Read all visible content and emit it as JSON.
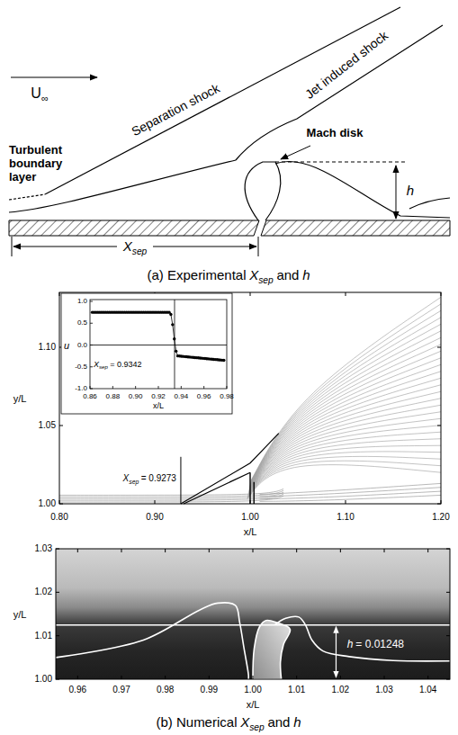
{
  "diagram": {
    "labels": [
      "U",
      "∞",
      "Separation shock",
      "Jet induced shock",
      "Turbulent boundary layer",
      "Mach disk",
      "h",
      "X",
      "sep",
      "(a) Experimental",
      "X",
      "sep",
      "and",
      "h",
      "1.0",
      "0.5",
      "0.0",
      "-0.5",
      "-1.0",
      "u",
      "0.86",
      "0.88",
      "0.90",
      "0.92",
      "0.94",
      "0.96",
      "0.98",
      "x/L",
      "X",
      "sep",
      "= 0.9342",
      "1.10",
      "1.05",
      "1.00",
      "y/L",
      "0.80",
      "0.90",
      "1.00",
      "1.10",
      "1.20",
      "x/L",
      "X",
      "sep",
      "= 0.9273",
      "1.03",
      "1.02",
      "1.01",
      "1.00",
      "y/L",
      "0.96",
      "0.97",
      "0.98",
      "0.99",
      "1.00",
      "1.01",
      "1.02",
      "1.03",
      "1.04",
      "x/L",
      "h",
      "= 0.01248",
      "(b) Numerical",
      "X",
      "sep",
      "and",
      "h"
    ]
  }
}
